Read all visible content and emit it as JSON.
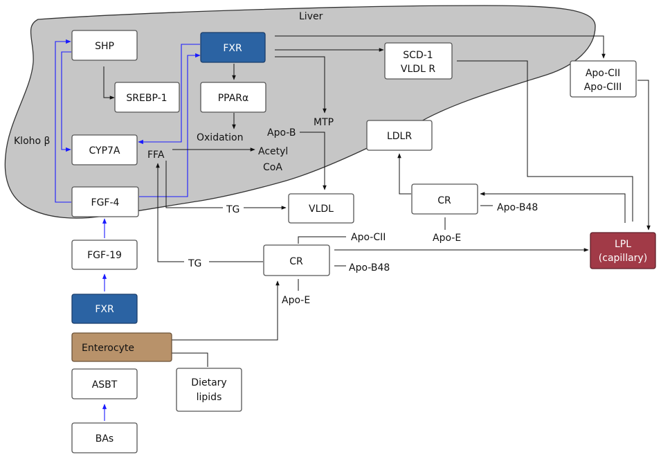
{
  "colors": {
    "liver_fill": "#c6c6c6",
    "fxr_fill": "#2b63a3",
    "enterocyte_fill": "#b8926a",
    "lpl_fill": "#a13a47",
    "blue_arrow": "#1a1aff",
    "black_arrow": "#111111"
  },
  "liver_label": "Liver",
  "kloho_label": "Kloho β",
  "nodes": {
    "shp": "SHP",
    "srebp1": "SREBP-1",
    "cyp7a": "CYP7A",
    "fgf4": "FGF-4",
    "fxr_liver": "FXR",
    "ppara": "PPARα",
    "scd1": "SCD-1",
    "vldlr": "VLDL R",
    "ldlr": "LDLR",
    "vldl": "VLDL",
    "cr_liver": "CR",
    "apocii_top": "Apo-CII",
    "apociii_top": "Apo-CIII",
    "lpl_line1": "LPL",
    "lpl_line2": "(capillary)",
    "fgf19": "FGF-19",
    "fxr_intestine": "FXR",
    "enterocyte": "Enterocyte",
    "asbt": "ASBT",
    "bas": "BAs",
    "dietary_line1": "Dietary",
    "dietary_line2": "lipids",
    "cr_blood": "CR"
  },
  "labels": {
    "oxidation": "Oxidation",
    "acetyl": "Acetyl",
    "coa": "CoA",
    "ffa": "FFA",
    "mtp": "MTP",
    "apob": "Apo-B",
    "tg_liver": "TG",
    "tg_blood": "TG",
    "apob48_liver": "Apo-B48",
    "apoe_liver": "Apo-E",
    "apocii_blood": "Apo-CII",
    "apob48_blood": "Apo-B48",
    "apoe_blood": "Apo-E"
  }
}
